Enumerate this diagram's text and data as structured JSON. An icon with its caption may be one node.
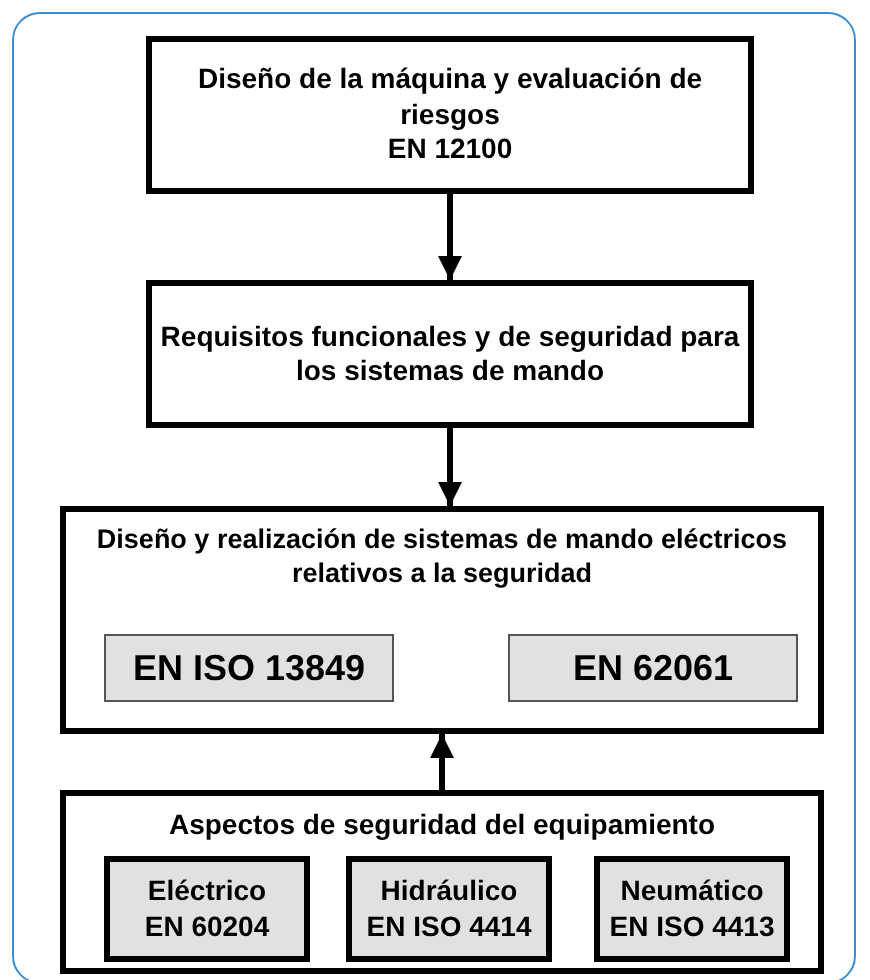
{
  "diagram": {
    "nodes": [
      {
        "text": [
          "Diseño de la máquina y evaluación de riesgos",
          "EN 12100"
        ]
      },
      {
        "text": [
          "Requisitos funcionales y de seguridad para los sistemas de mando"
        ]
      },
      {
        "text": [
          "Diseño y realización de sistemas de mando eléctricos relativos a la seguridad"
        ]
      },
      {
        "text": [
          "EN ISO 13849"
        ],
        "in": 2
      },
      {
        "text": [
          "EN 62061"
        ],
        "in": 2
      },
      {
        "text": [
          "Aspectos de seguridad del equipamiento"
        ]
      },
      {
        "text": [
          "Eléctrico",
          "EN 60204"
        ],
        "in": 5
      },
      {
        "text": [
          "Hidráulico",
          "EN ISO 4414"
        ],
        "in": 5
      },
      {
        "text": [
          "Neumático",
          "EN ISO 4413"
        ],
        "in": 5
      }
    ],
    "edges": [
      {
        "from": 0,
        "to": 1,
        "arrow": "to"
      },
      {
        "from": 1,
        "to": 2,
        "arrow": "to"
      },
      {
        "from": 5,
        "to": 2,
        "arrow": "to"
      }
    ]
  }
}
